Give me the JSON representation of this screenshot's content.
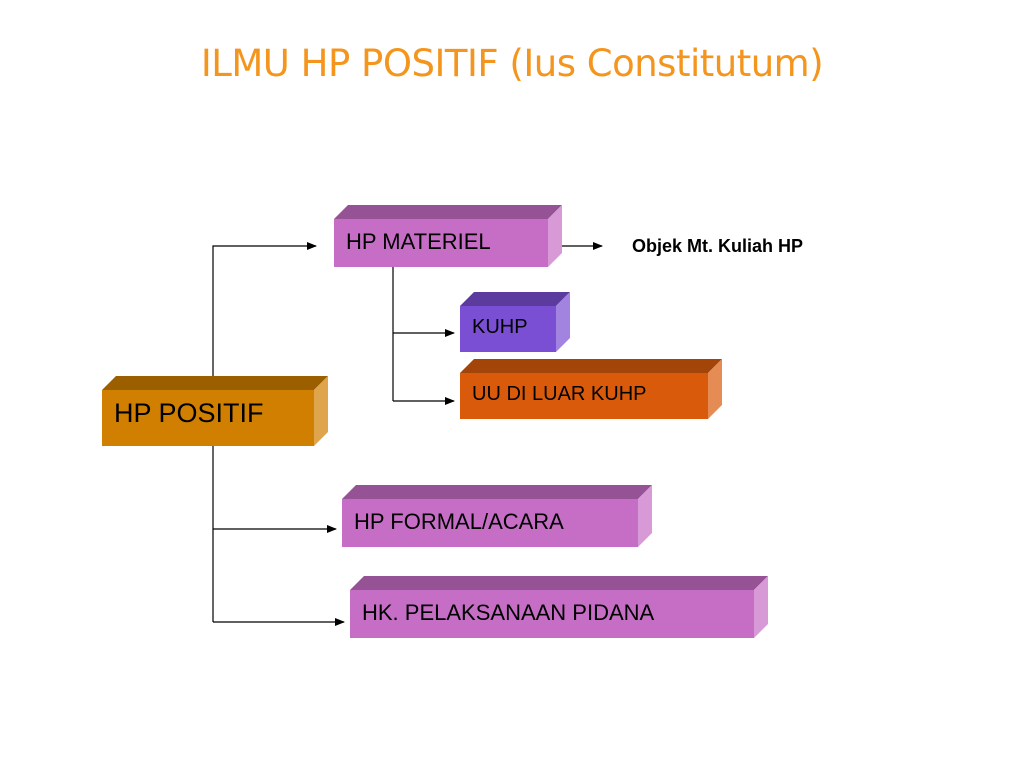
{
  "title": "ILMU HP POSITIF (Ius Constitutum)",
  "nodes": {
    "hp_positif": {
      "label": "HP POSITIF",
      "color": "#d07f00"
    },
    "hp_materiel": {
      "label": "HP MATERIEL",
      "color": "#c66ec6"
    },
    "kuhp": {
      "label": "KUHP",
      "color": "#7a4fd3"
    },
    "uu_di_luar_kuhp": {
      "label": "UU DI LUAR KUHP",
      "color": "#d95a0a"
    },
    "hp_formal_acara": {
      "label": "HP FORMAL/ACARA",
      "color": "#c66ec6"
    },
    "hk_pelaksanaan_pidana": {
      "label": "HK. PELAKSANAAN PIDANA",
      "color": "#c66ec6"
    }
  },
  "note": "Objek Mt. Kuliah HP"
}
